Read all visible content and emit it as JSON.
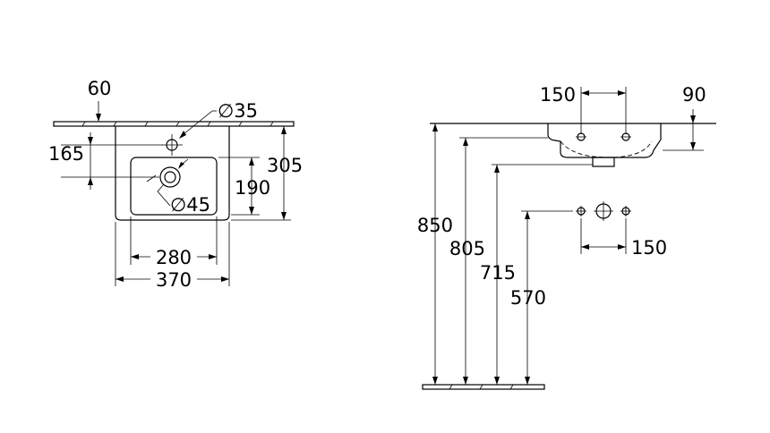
{
  "plan_view": {
    "wall_offset": "60",
    "tap_hole_diameter": "∅35",
    "tap_hole_distance": "165",
    "outer_depth": "305",
    "bowl_depth": "190",
    "waste_diameter": "∅45",
    "bowl_width": "280",
    "outer_width": "370"
  },
  "elevation_view": {
    "tap_hole_spacing_top": "150",
    "rim_thickness": "90",
    "rim_height": "850",
    "waste_height": "805",
    "trap_height": "715",
    "supply_height": "570",
    "supply_spacing": "150"
  }
}
